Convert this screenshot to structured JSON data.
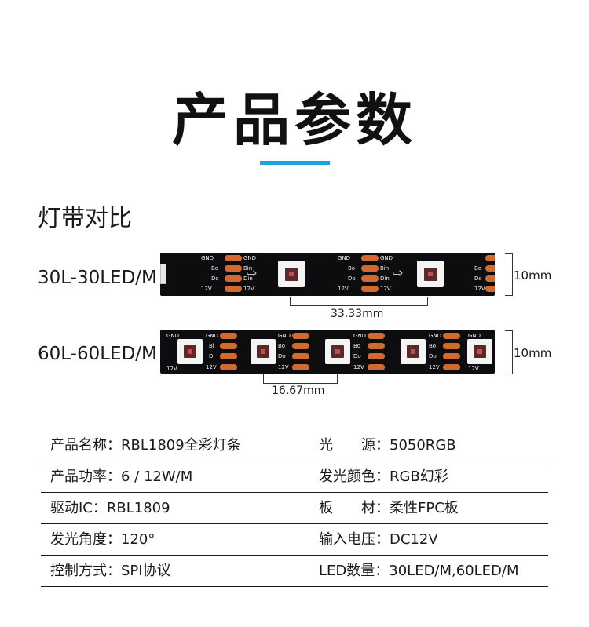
{
  "heading": "产品参数",
  "section_title": "灯带对比",
  "strips": [
    {
      "label": "30L-30LED/M",
      "width": "10mm",
      "pitch": "33.33mm"
    },
    {
      "label": "60L-60LED/M",
      "width": "10mm",
      "pitch": "16.67mm"
    }
  ],
  "strip_text": {
    "gnd": "GND",
    "bo": "Bo",
    "do": "Do",
    "v12": "12V",
    "bin": "Bin",
    "din": "Din",
    "bi": "Bi",
    "di": "Di"
  },
  "specs": [
    {
      "left": "产品名称：RBL1809全彩灯条",
      "right": "光　　源：5050RGB"
    },
    {
      "left": "产品功率：6 / 12W/M",
      "right": "发光颜色：RGB幻彩"
    },
    {
      "left": "驱动IC：RBL1809",
      "right": "板　　材：柔性FPC板"
    },
    {
      "left": "发光角度：120°",
      "right": "输入电压：DC12V"
    },
    {
      "left": "控制方式：SPI协议",
      "right": "LED数量：30LED/M,60LED/M"
    }
  ],
  "colors": {
    "accent": "#1aa3dc",
    "strip": "#0d0d0f",
    "pad": "#d2692f"
  },
  "icons": [
    "arrow-right-icon"
  ]
}
